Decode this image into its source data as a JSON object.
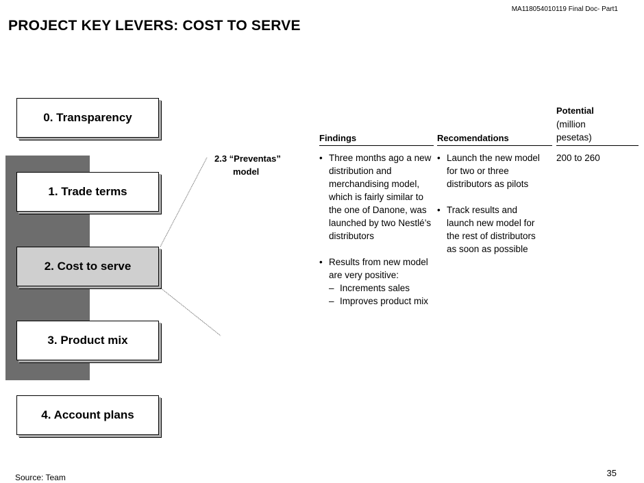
{
  "header": {
    "doc_ref": "MA118054010119 Final Doc- Part1",
    "title": "PROJECT KEY LEVERS: COST TO SERVE"
  },
  "levers": [
    {
      "label": "0. Transparency"
    },
    {
      "label": "1. Trade terms"
    },
    {
      "label": "2. Cost to serve"
    },
    {
      "label": "3. Product mix"
    },
    {
      "label": "4. Account plans"
    }
  ],
  "item": {
    "number": "2.3 “Preventas”",
    "name": "model"
  },
  "columns": {
    "findings": "Findings",
    "recommendations": "Recomendations",
    "potential": "Potential",
    "potential_unit": "(million pesetas)"
  },
  "findings": {
    "b1": "Three months ago a new distribution and merchandising model, which is fairly similar to the one of Danone, was launched by two Nestlé’s distributors",
    "b2": "Results from new model are very positive:",
    "sub1": "Increments sales",
    "sub2": "Improves product mix"
  },
  "recommendations": {
    "r1": "Launch the new model for two or three distributors as pilots",
    "r2": "Track results and launch new model for the rest of distributors as soon as possible"
  },
  "potential_value": "200 to 260",
  "footer": {
    "source": "Source:  Team",
    "page": "35"
  },
  "symbols": {
    "bullet": "•",
    "dash": "–"
  }
}
